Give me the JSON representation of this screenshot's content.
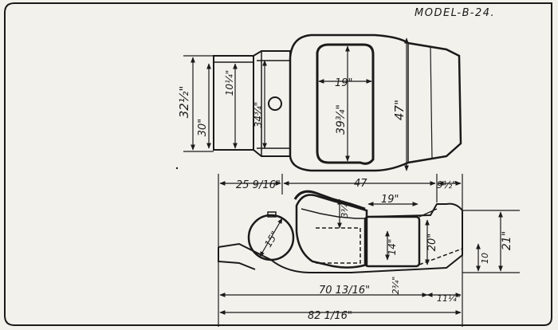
{
  "title": "MODEL-B-24.",
  "plan_view": {
    "dims": {
      "overall_width": "32½\"",
      "width_30": "30\"",
      "step_width": "10¼\"",
      "body_width": "34¾\"",
      "seat_width": "19\"",
      "seat_depth": "39¾\"",
      "body_length": "47\""
    }
  },
  "side_view": {
    "dims": {
      "hood_length": "25 9/16\"",
      "body_length": "47",
      "rear_overhang": "9½\"",
      "seat_width": "19\"",
      "seat_height": "20\"",
      "back_height": "3¾\"",
      "cushion": "14\"",
      "wheel": "15\"",
      "overall_height": "21\"",
      "rear_height": "10",
      "ground": "2¾\"",
      "tail": "11¼\"",
      "length_70": "70 13/16\"",
      "overall_length": "82 1/16\""
    }
  },
  "colors": {
    "paper": "#f3f1ec",
    "ink": "#1a1a1a"
  }
}
